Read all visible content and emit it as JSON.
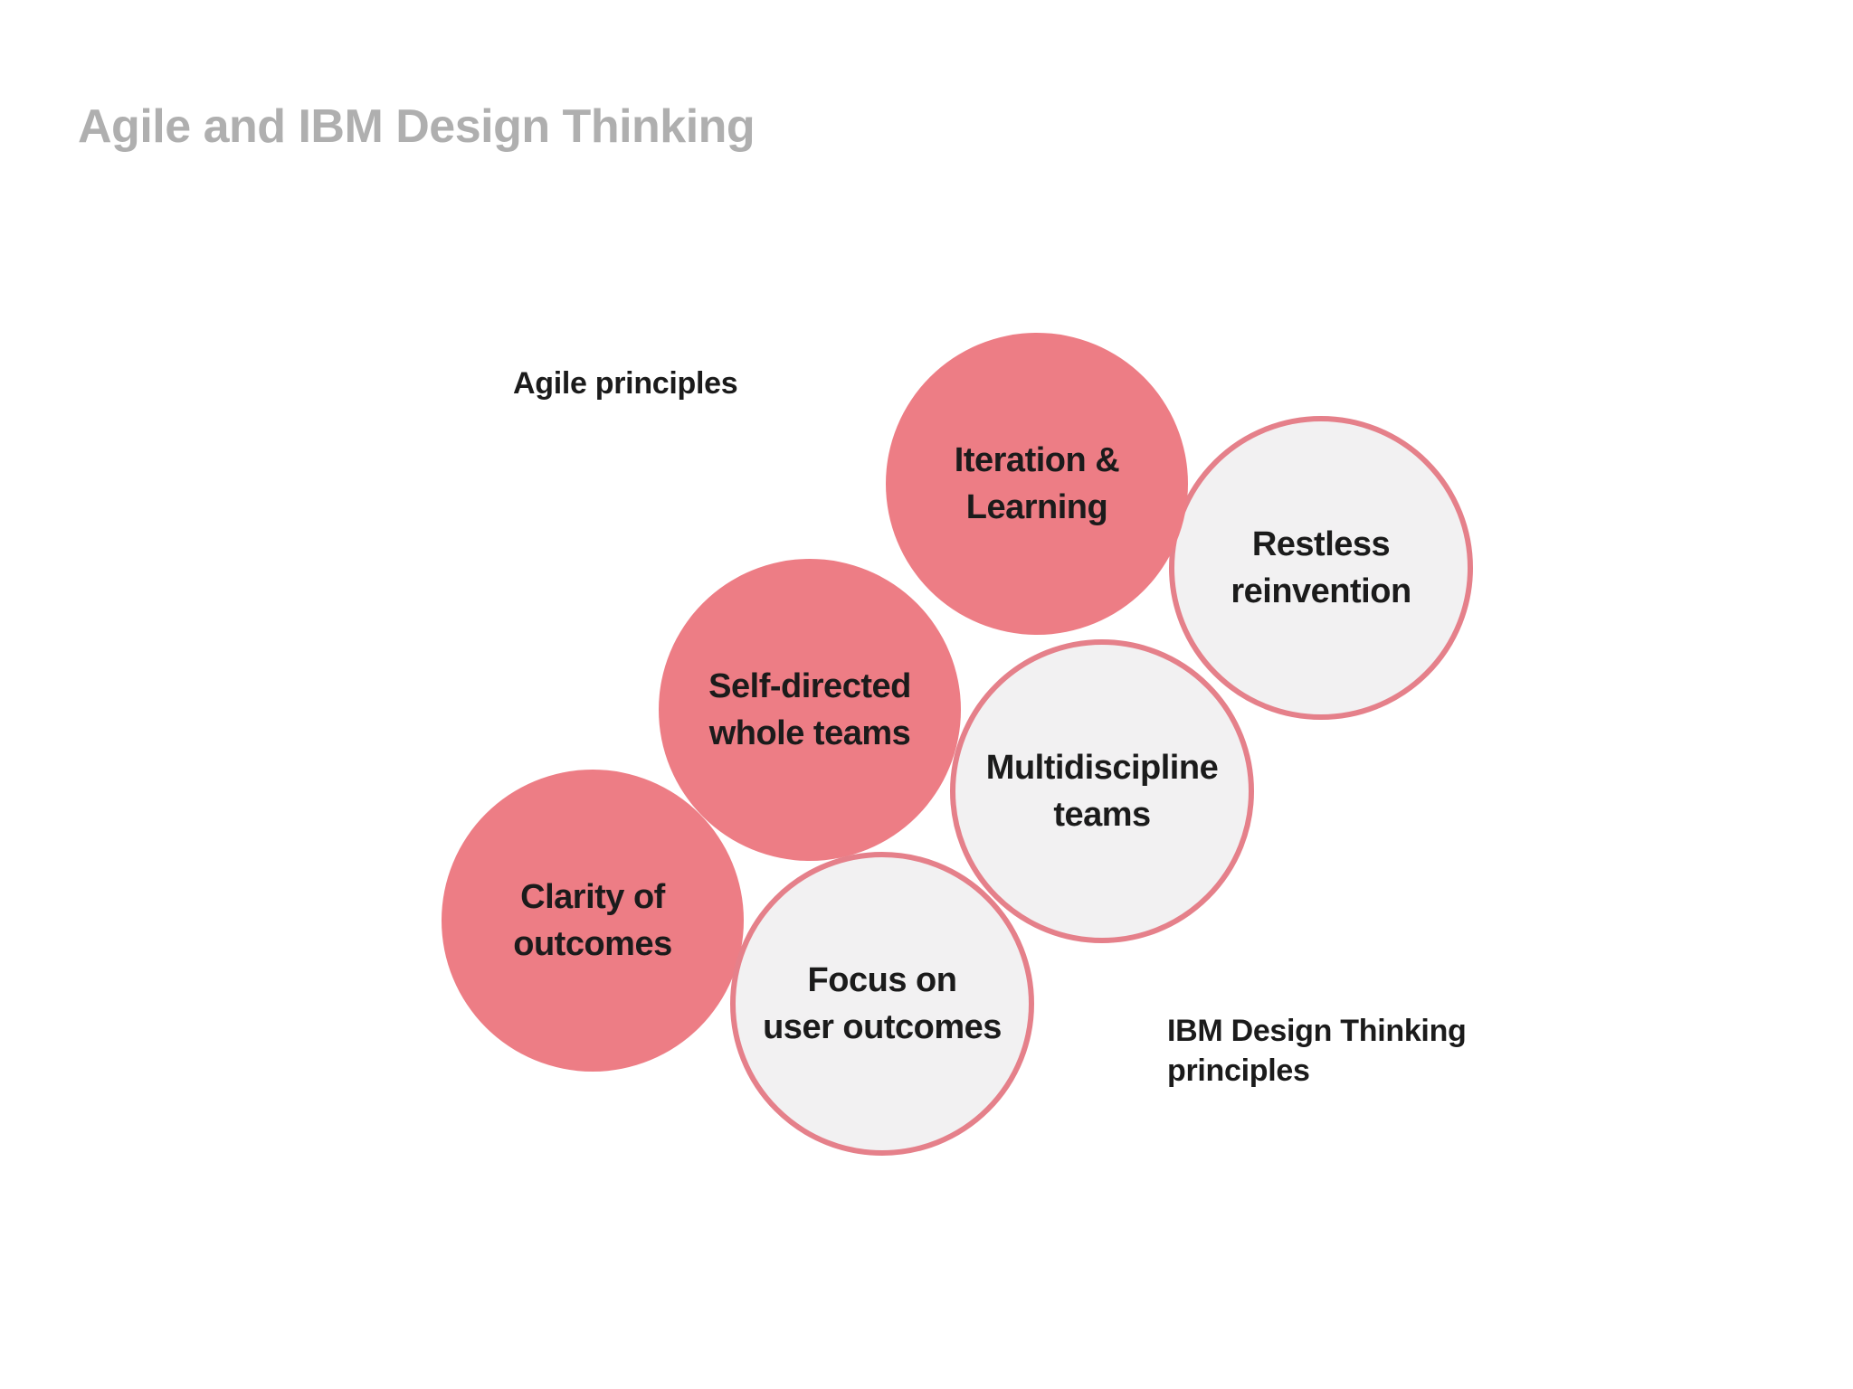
{
  "slide": {
    "title": "Agile and IBM Design Thinking"
  },
  "legend": {
    "agile_label": "Agile principles",
    "ibm_label": "IBM Design Thinking principles"
  },
  "circles": {
    "iteration": {
      "line1": "Iteration &",
      "line2": "Learning",
      "group": "Agile principles"
    },
    "restless": {
      "line1": "Restless",
      "line2": "reinvention",
      "group": "IBM Design Thinking principles"
    },
    "self_directed": {
      "line1": "Self-directed",
      "line2": "whole teams",
      "group": "Agile principles"
    },
    "multidiscipline": {
      "line1": "Multidiscipline",
      "line2": "teams",
      "group": "IBM Design Thinking principles"
    },
    "clarity": {
      "line1": "Clarity of",
      "line2": "outcomes",
      "group": "Agile principles"
    },
    "focus": {
      "line1": "Focus on",
      "line2": "user outcomes",
      "group": "IBM Design Thinking principles"
    }
  },
  "colors": {
    "agile_circle_fill": "#ED7D85",
    "ibm_circle_fill": "#F2F1F2",
    "ibm_circle_border": "#E5808A",
    "title_text": "#AFAFAF",
    "label_text": "#1B1B1B",
    "circle_text": "#1B1B1B",
    "background": "#FFFFFF"
  }
}
